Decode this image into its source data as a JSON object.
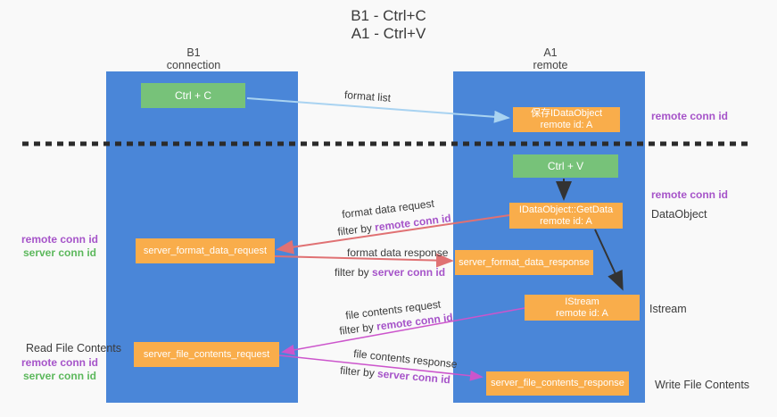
{
  "title": {
    "line1": "B1 - Ctrl+C",
    "line2": "A1 - Ctrl+V"
  },
  "lanes": {
    "left": {
      "name": "B1",
      "role": "connection"
    },
    "right": {
      "name": "A1",
      "role": "remote"
    }
  },
  "boxes": {
    "ctrl_c": {
      "label": "Ctrl + C"
    },
    "ctrl_v": {
      "label": "Ctrl + V"
    },
    "save_dataobject": {
      "line1": "保存IDataObject",
      "line2": "remote id: A"
    },
    "getdata": {
      "line1": "IDataObject::GetData",
      "line2": "remote id: A"
    },
    "istream": {
      "line1": "IStream",
      "line2": "remote id: A"
    },
    "format_request": {
      "label": "server_format_data_request"
    },
    "format_response": {
      "label": "server_format_data_response"
    },
    "file_request": {
      "label": "server_file_contents_request"
    },
    "file_response": {
      "label": "server_file_contents_response"
    }
  },
  "flow_labels": {
    "format_list": "format list",
    "format_data_request": "format data request",
    "format_data_response": "format data response",
    "file_contents_request": "file contents request",
    "file_contents_response": "file contents response",
    "filter_by": "filter by",
    "remote_conn_id": "remote conn id",
    "server_conn_id": "server conn id"
  },
  "side_labels": {
    "dataobject": "DataObject",
    "istream": "Istream",
    "read_file_contents": "Read File Contents",
    "write_file_contents": "Write File Contents"
  },
  "colors": {
    "lane_blue": "#4a86d8",
    "box_green": "#77c279",
    "box_orange": "#f9ad4b",
    "arrow_salmon": "#e07173",
    "arrow_magenta": "#cc55cc",
    "arrow_lightblue": "#a9d3f1",
    "label_purple": "#a654c9",
    "label_green": "#5cb85c",
    "ink": "#333333",
    "bg": "#f9f9f9"
  }
}
